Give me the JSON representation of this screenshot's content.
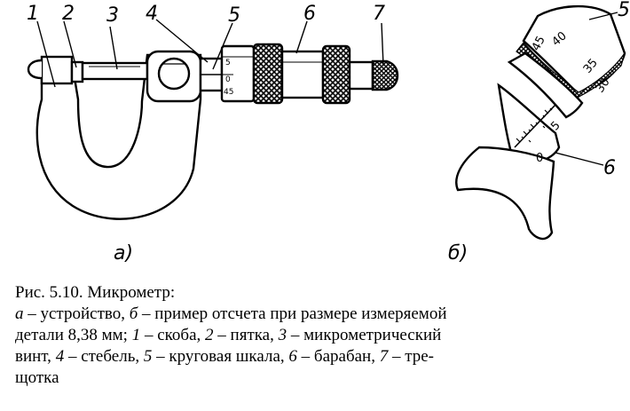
{
  "figure": {
    "labels_a": [
      "1",
      "2",
      "3",
      "4",
      "5",
      "6",
      "7"
    ],
    "sublabel_a": "а)",
    "sublabel_b": "б)",
    "labels_b": [
      "5",
      "6"
    ],
    "thimble_scale_a": [
      "5",
      "0",
      "45"
    ],
    "thimble_scale_b": [
      "45",
      "40",
      "35",
      "30"
    ],
    "sleeve_scale_b": [
      "0",
      "5"
    ]
  },
  "caption": {
    "title": "Рис. 5.10. Микрометр:",
    "line1_a": "а",
    "line1_b": " – устройство, ",
    "line1_c": "б",
    "line1_d": " – пример отсчета при размере измеряемой",
    "line2_a": "детали 8,38 мм; ",
    "line2_b": "1",
    "line2_c": " – скоба, ",
    "line2_d": "2",
    "line2_e": " – пятка, ",
    "line2_f": "3",
    "line2_g": " – микрометрический",
    "line3_a": "винт, ",
    "line3_b": "4",
    "line3_c": " – стебель, ",
    "line3_d": "5",
    "line3_e": " – круговая шкала, ",
    "line3_f": "6",
    "line3_g": " – барабан, ",
    "line3_h": "7",
    "line3_i": " – тре-",
    "line4": "щотка"
  }
}
